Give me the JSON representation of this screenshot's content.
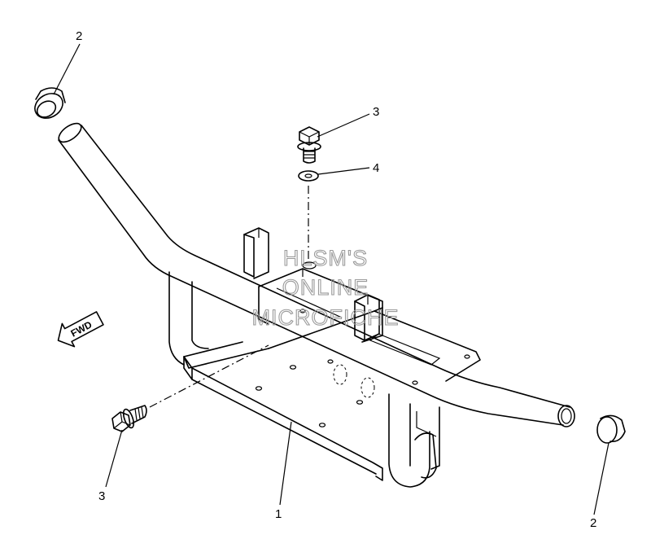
{
  "callouts": {
    "label_2_top": "2",
    "label_3_top": "3",
    "label_4": "4",
    "label_3_bottom": "3",
    "label_1": "1",
    "label_2_bottom": "2"
  },
  "direction_arrow": {
    "text": "FWD",
    "icon": "forward-arrow-icon"
  },
  "watermark": {
    "line1": "HLSM'S",
    "line2": "ONLINE",
    "line3": "MICROFICHE"
  },
  "colors": {
    "line": "#000000",
    "watermark": "#9a9a9a",
    "background": "#ffffff"
  }
}
